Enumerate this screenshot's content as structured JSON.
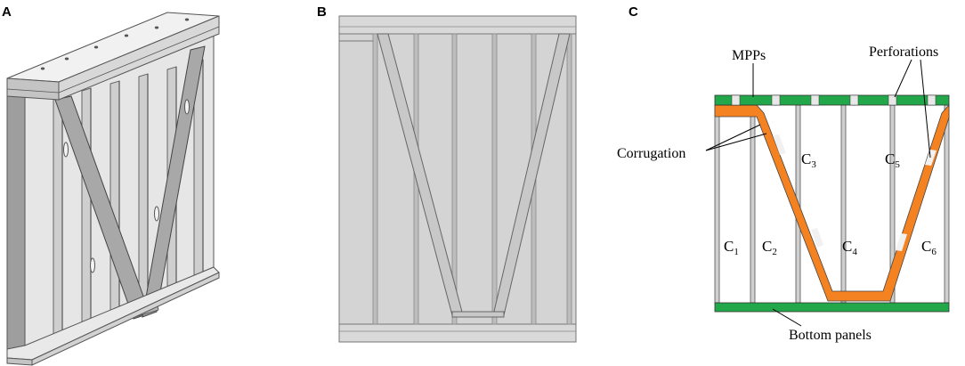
{
  "panels": {
    "a": {
      "label": "A"
    },
    "b": {
      "label": "B"
    },
    "c": {
      "label": "C"
    }
  },
  "annotations": {
    "mpps": "MPPs",
    "perforations": "Perforations",
    "corrugation": "Corrugation",
    "bottom_panels": "Bottom panels"
  },
  "cells": [
    {
      "main": "C",
      "sub": "1"
    },
    {
      "main": "C",
      "sub": "2"
    },
    {
      "main": "C",
      "sub": "3"
    },
    {
      "main": "C",
      "sub": "4"
    },
    {
      "main": "C",
      "sub": "5"
    },
    {
      "main": "C",
      "sub": "6"
    }
  ],
  "colors": {
    "mpp_green": "#22a84a",
    "corrugation_orange": "#f58220",
    "model_gray": "#d4d4d4",
    "edge_dark": "#555555"
  }
}
